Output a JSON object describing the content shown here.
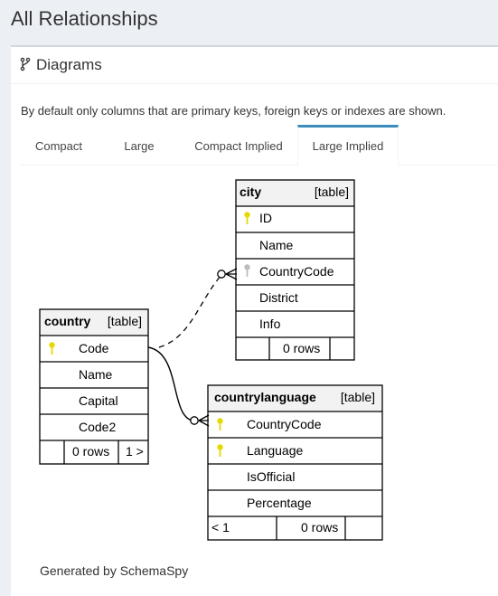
{
  "page": {
    "title": "All Relationships"
  },
  "box": {
    "title": "Diagrams",
    "icon": "code-fork-icon",
    "note": "By default only columns that are primary keys, foreign keys or indexes are shown."
  },
  "tabs": [
    {
      "label": "Compact",
      "active": false
    },
    {
      "label": "Large",
      "active": false
    },
    {
      "label": "Compact Implied",
      "active": false
    },
    {
      "label": "Large Implied",
      "active": true
    }
  ],
  "tables": {
    "city": {
      "name": "city",
      "type": "[table]",
      "columns": [
        "ID",
        "Name",
        "CountryCode",
        "District",
        "Info"
      ],
      "footer": {
        "rows": "0 rows"
      }
    },
    "country": {
      "name": "country",
      "type": "[table]",
      "columns": [
        "Code",
        "Name",
        "Capital",
        "Code2"
      ],
      "footer": {
        "rows": "0 rows",
        "children": "1 >"
      }
    },
    "countrylanguage": {
      "name": "countrylanguage",
      "type": "[table]",
      "columns": [
        "CountryCode",
        "Language",
        "IsOfficial",
        "Percentage"
      ],
      "footer": {
        "parents": "< 1",
        "rows": "0 rows"
      }
    }
  },
  "colors": {
    "primary_key": "#e6d800",
    "foreign_key": "#bdbdbd",
    "accent": "#3c8dbc",
    "header_bg": "#f2f2f2"
  },
  "footer": {
    "generated_by": "Generated by SchemaSpy"
  }
}
